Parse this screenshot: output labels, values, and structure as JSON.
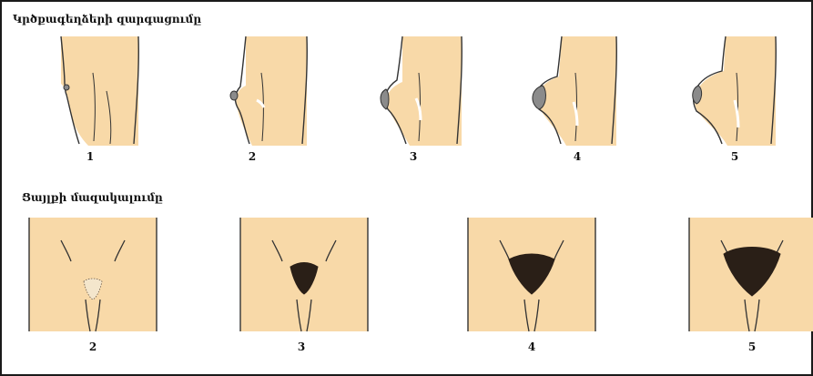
{
  "breast_section": {
    "title": "Կրծքագեղձերի զարգացումը",
    "stages": [
      "1",
      "2",
      "3",
      "4",
      "5"
    ]
  },
  "pubic_section": {
    "title": "Ցայլքի մազակալումը",
    "stages": [
      "2",
      "3",
      "4",
      "5"
    ]
  },
  "colors": {
    "skin": "#f8d9a8",
    "outline": "#333333",
    "areola": "#8b8b8b",
    "hair": "#2a1f17",
    "highlight": "#ffffff"
  }
}
